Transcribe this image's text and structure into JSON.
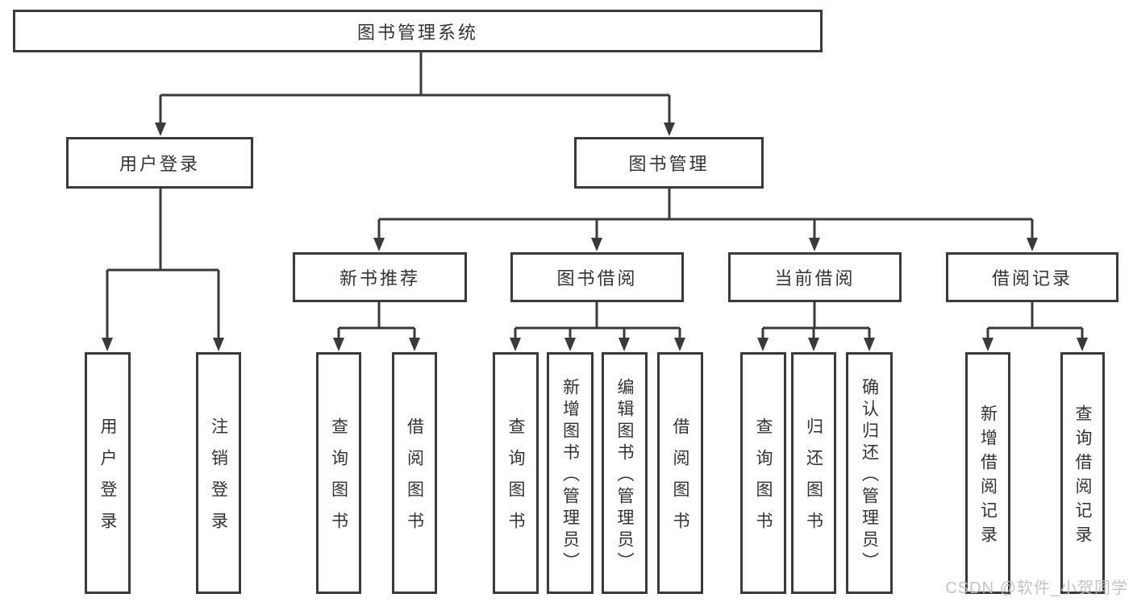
{
  "tree": {
    "label": "图书管理系统",
    "children": [
      {
        "label": "用户登录",
        "children": [
          {
            "label": "用户登录"
          },
          {
            "label": "注销登录"
          }
        ]
      },
      {
        "label": "图书管理",
        "children": [
          {
            "label": "新书推荐",
            "children": [
              {
                "label": "查询图书"
              },
              {
                "label": "借阅图书"
              }
            ]
          },
          {
            "label": "图书借阅",
            "children": [
              {
                "label": "查询图书"
              },
              {
                "label": "新增图书（管理员）"
              },
              {
                "label": "编辑图书（管理员）"
              },
              {
                "label": "借阅图书"
              }
            ]
          },
          {
            "label": "当前借阅",
            "children": [
              {
                "label": "查询图书"
              },
              {
                "label": "归还图书"
              },
              {
                "label": "确认归还（管理员）"
              }
            ]
          },
          {
            "label": "借阅记录",
            "children": [
              {
                "label": "新增借阅记录"
              },
              {
                "label": "查询借阅记录"
              }
            ]
          }
        ]
      }
    ]
  },
  "watermark": {
    "text": "CSDN @软件_小贺同学"
  },
  "colors": {
    "line": "#3a3a3a",
    "box_border": "#3a3a3a",
    "text": "#333333",
    "background": "#ffffff",
    "watermark": "#c0c0c0"
  }
}
